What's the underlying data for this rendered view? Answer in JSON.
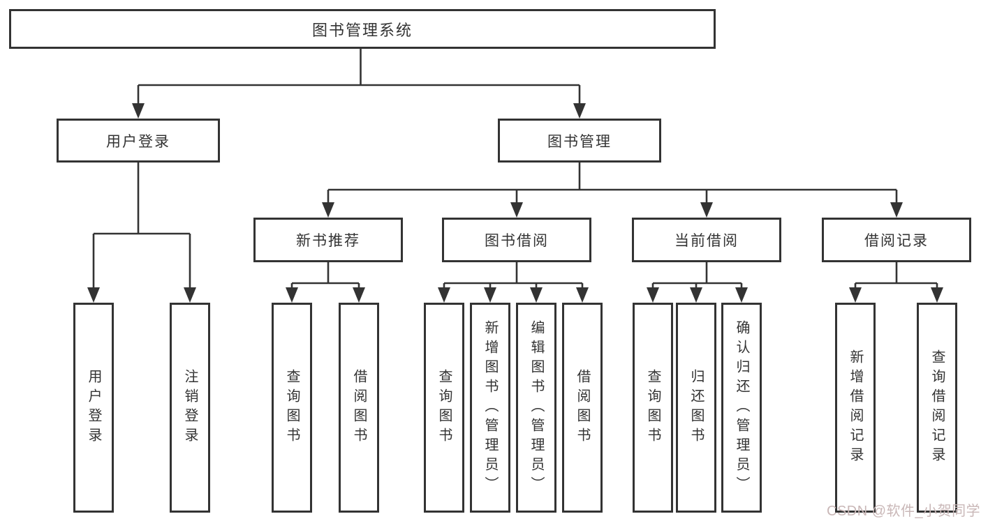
{
  "diagram": {
    "type": "function-tree",
    "nodes": {
      "root": "图书管理系统",
      "l2": [
        "用户登录",
        "图书管理"
      ],
      "l3": [
        "新书推荐",
        "图书借阅",
        "当前借阅",
        "借阅记录"
      ],
      "leaves": [
        "用户登录",
        "注销登录",
        "查询图书",
        "借阅图书",
        "查询图书",
        "新增图书（管理员）",
        "编辑图书（管理员）",
        "借阅图书",
        "查询图书",
        "归还图书",
        "确认归还（管理员）",
        "新增借阅记录",
        "查询借阅记录"
      ]
    },
    "hierarchy": {
      "图书管理系统": {
        "用户登录": [
          "用户登录",
          "注销登录"
        ],
        "图书管理": {
          "新书推荐": [
            "查询图书",
            "借阅图书"
          ],
          "图书借阅": [
            "查询图书",
            "新增图书（管理员）",
            "编辑图书（管理员）",
            "借阅图书"
          ],
          "当前借阅": [
            "查询图书",
            "归还图书",
            "确认归还（管理员）"
          ],
          "借阅记录": [
            "新增借阅记录",
            "查询借阅记录"
          ]
        }
      }
    }
  },
  "watermark": "CSDN @软件_小贺同学",
  "colors": {
    "line": "#333333",
    "text": "#333333",
    "background": "#ffffff",
    "watermark": "#c9b7b7"
  }
}
